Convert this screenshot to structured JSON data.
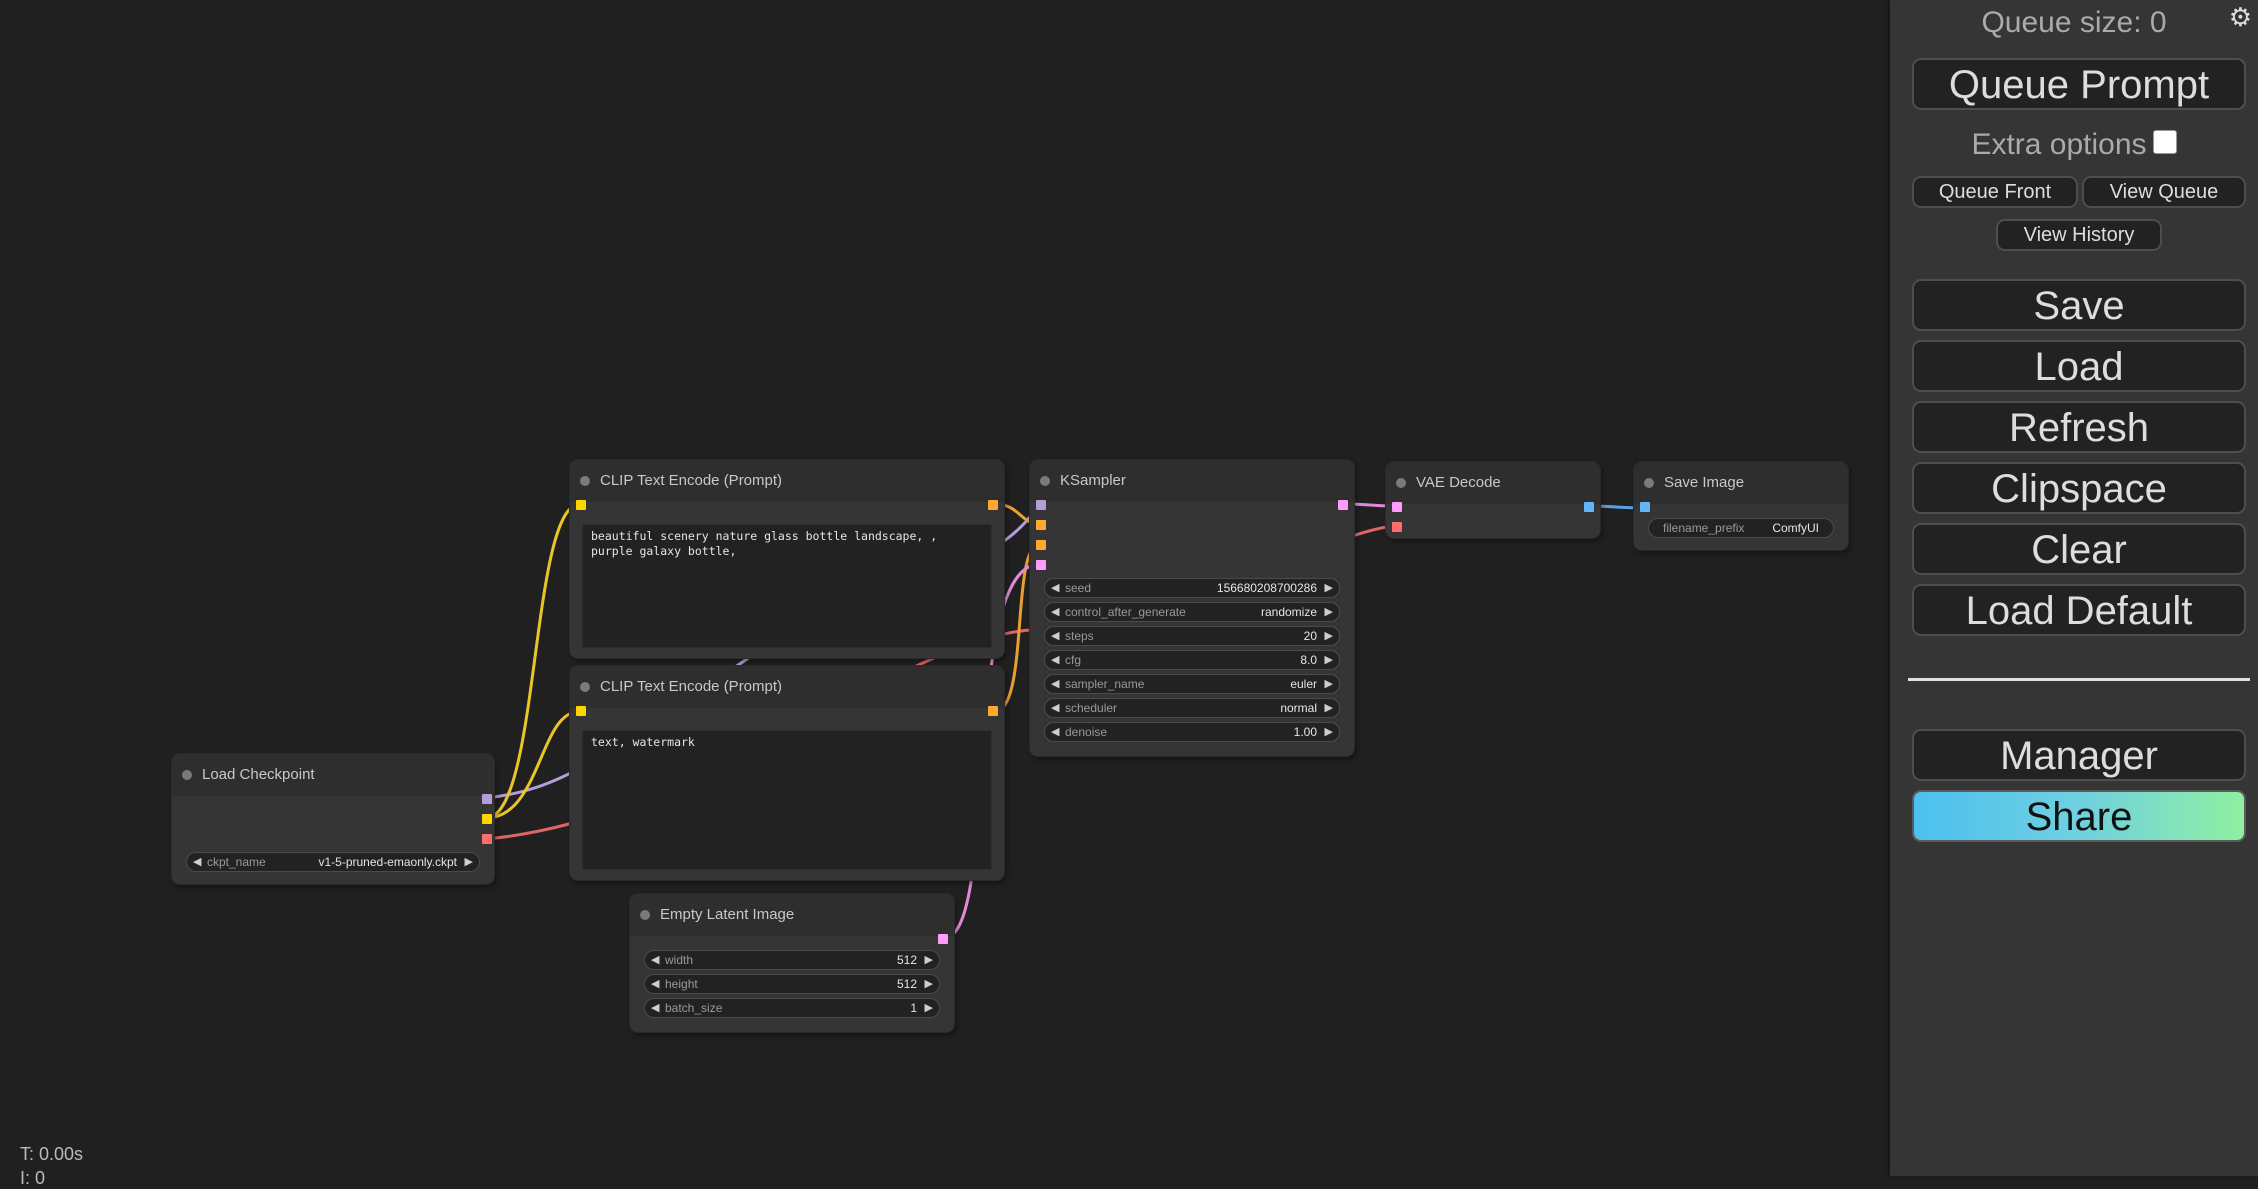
{
  "canvas": {
    "timing": "T: 0.00s",
    "timing2": "I: 0"
  },
  "nodes": {
    "load_checkpoint": {
      "title": "Load Checkpoint",
      "ckpt_name_label": "ckpt_name",
      "ckpt_name_value": "v1-5-pruned-emaonly.ckpt"
    },
    "clip_pos": {
      "title": "CLIP Text Encode (Prompt)",
      "text": "beautiful scenery nature glass bottle landscape, , purple galaxy bottle,"
    },
    "clip_neg": {
      "title": "CLIP Text Encode (Prompt)",
      "text": "text, watermark"
    },
    "ksampler": {
      "title": "KSampler",
      "widgets": [
        {
          "label": "seed",
          "value": "156680208700286"
        },
        {
          "label": "control_after_generate",
          "value": "randomize"
        },
        {
          "label": "steps",
          "value": "20"
        },
        {
          "label": "cfg",
          "value": "8.0"
        },
        {
          "label": "sampler_name",
          "value": "euler"
        },
        {
          "label": "scheduler",
          "value": "normal"
        },
        {
          "label": "denoise",
          "value": "1.00"
        }
      ]
    },
    "vae_decode": {
      "title": "VAE Decode"
    },
    "save_image": {
      "title": "Save Image",
      "filename_prefix_label": "filename_prefix",
      "filename_prefix_value": "ComfyUI"
    },
    "empty_latent": {
      "title": "Empty Latent Image",
      "widgets": [
        {
          "label": "width",
          "value": "512"
        },
        {
          "label": "height",
          "value": "512"
        },
        {
          "label": "batch_size",
          "value": "1"
        }
      ]
    }
  },
  "menu": {
    "settings_icon": "gear-icon",
    "queue_size": "Queue size: 0",
    "queue_prompt": "Queue Prompt",
    "extra_options": "Extra options",
    "queue_front": "Queue Front",
    "view_queue": "View Queue",
    "view_history": "View History",
    "save": "Save",
    "load": "Load",
    "refresh": "Refresh",
    "clipspace": "Clipspace",
    "clear": "Clear",
    "load_default": "Load Default",
    "manager": "Manager",
    "share": "Share"
  },
  "colors": {
    "model": "#b39ddb",
    "clip": "#ffd500",
    "vae": "#ff6e6e",
    "conditioning": "#ffa931",
    "latent": "#ff9cf9",
    "image": "#64b5f6",
    "share_gradient": [
      "#4cc0f0",
      "#8ff0a0"
    ]
  }
}
